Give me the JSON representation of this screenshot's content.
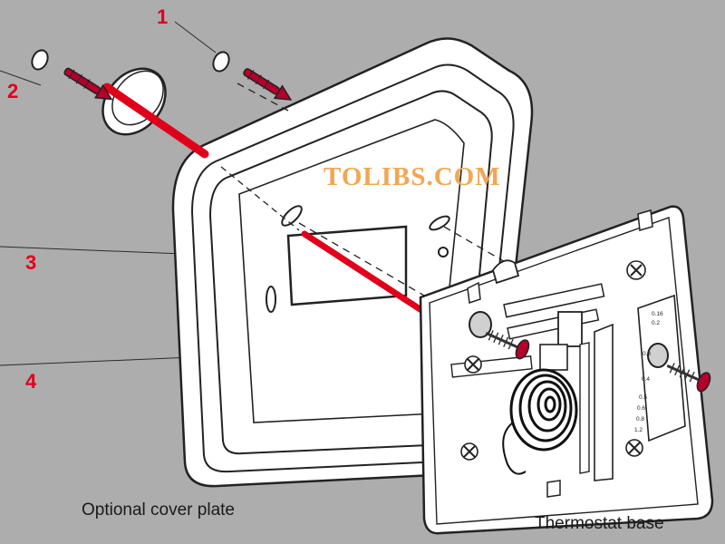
{
  "diagram": {
    "callouts": [
      {
        "id": "1",
        "text": "1"
      },
      {
        "id": "2",
        "text": "2"
      },
      {
        "id": "3",
        "text": "3"
      },
      {
        "id": "4",
        "text": "4"
      }
    ],
    "captions": {
      "cover_plate": "Optional cover plate",
      "thermostat_base": "Thermostat base"
    },
    "watermark": "TOLIBS.COM",
    "scale_labels": [
      "0.16",
      "0.2",
      "0.3",
      "0.4",
      "0.5",
      "0.6",
      "0.8",
      "1.2"
    ],
    "colors": {
      "background": "#adadad",
      "accent": "#e1001a",
      "screw": "#b5002a",
      "watermark": "#f2a654"
    }
  }
}
